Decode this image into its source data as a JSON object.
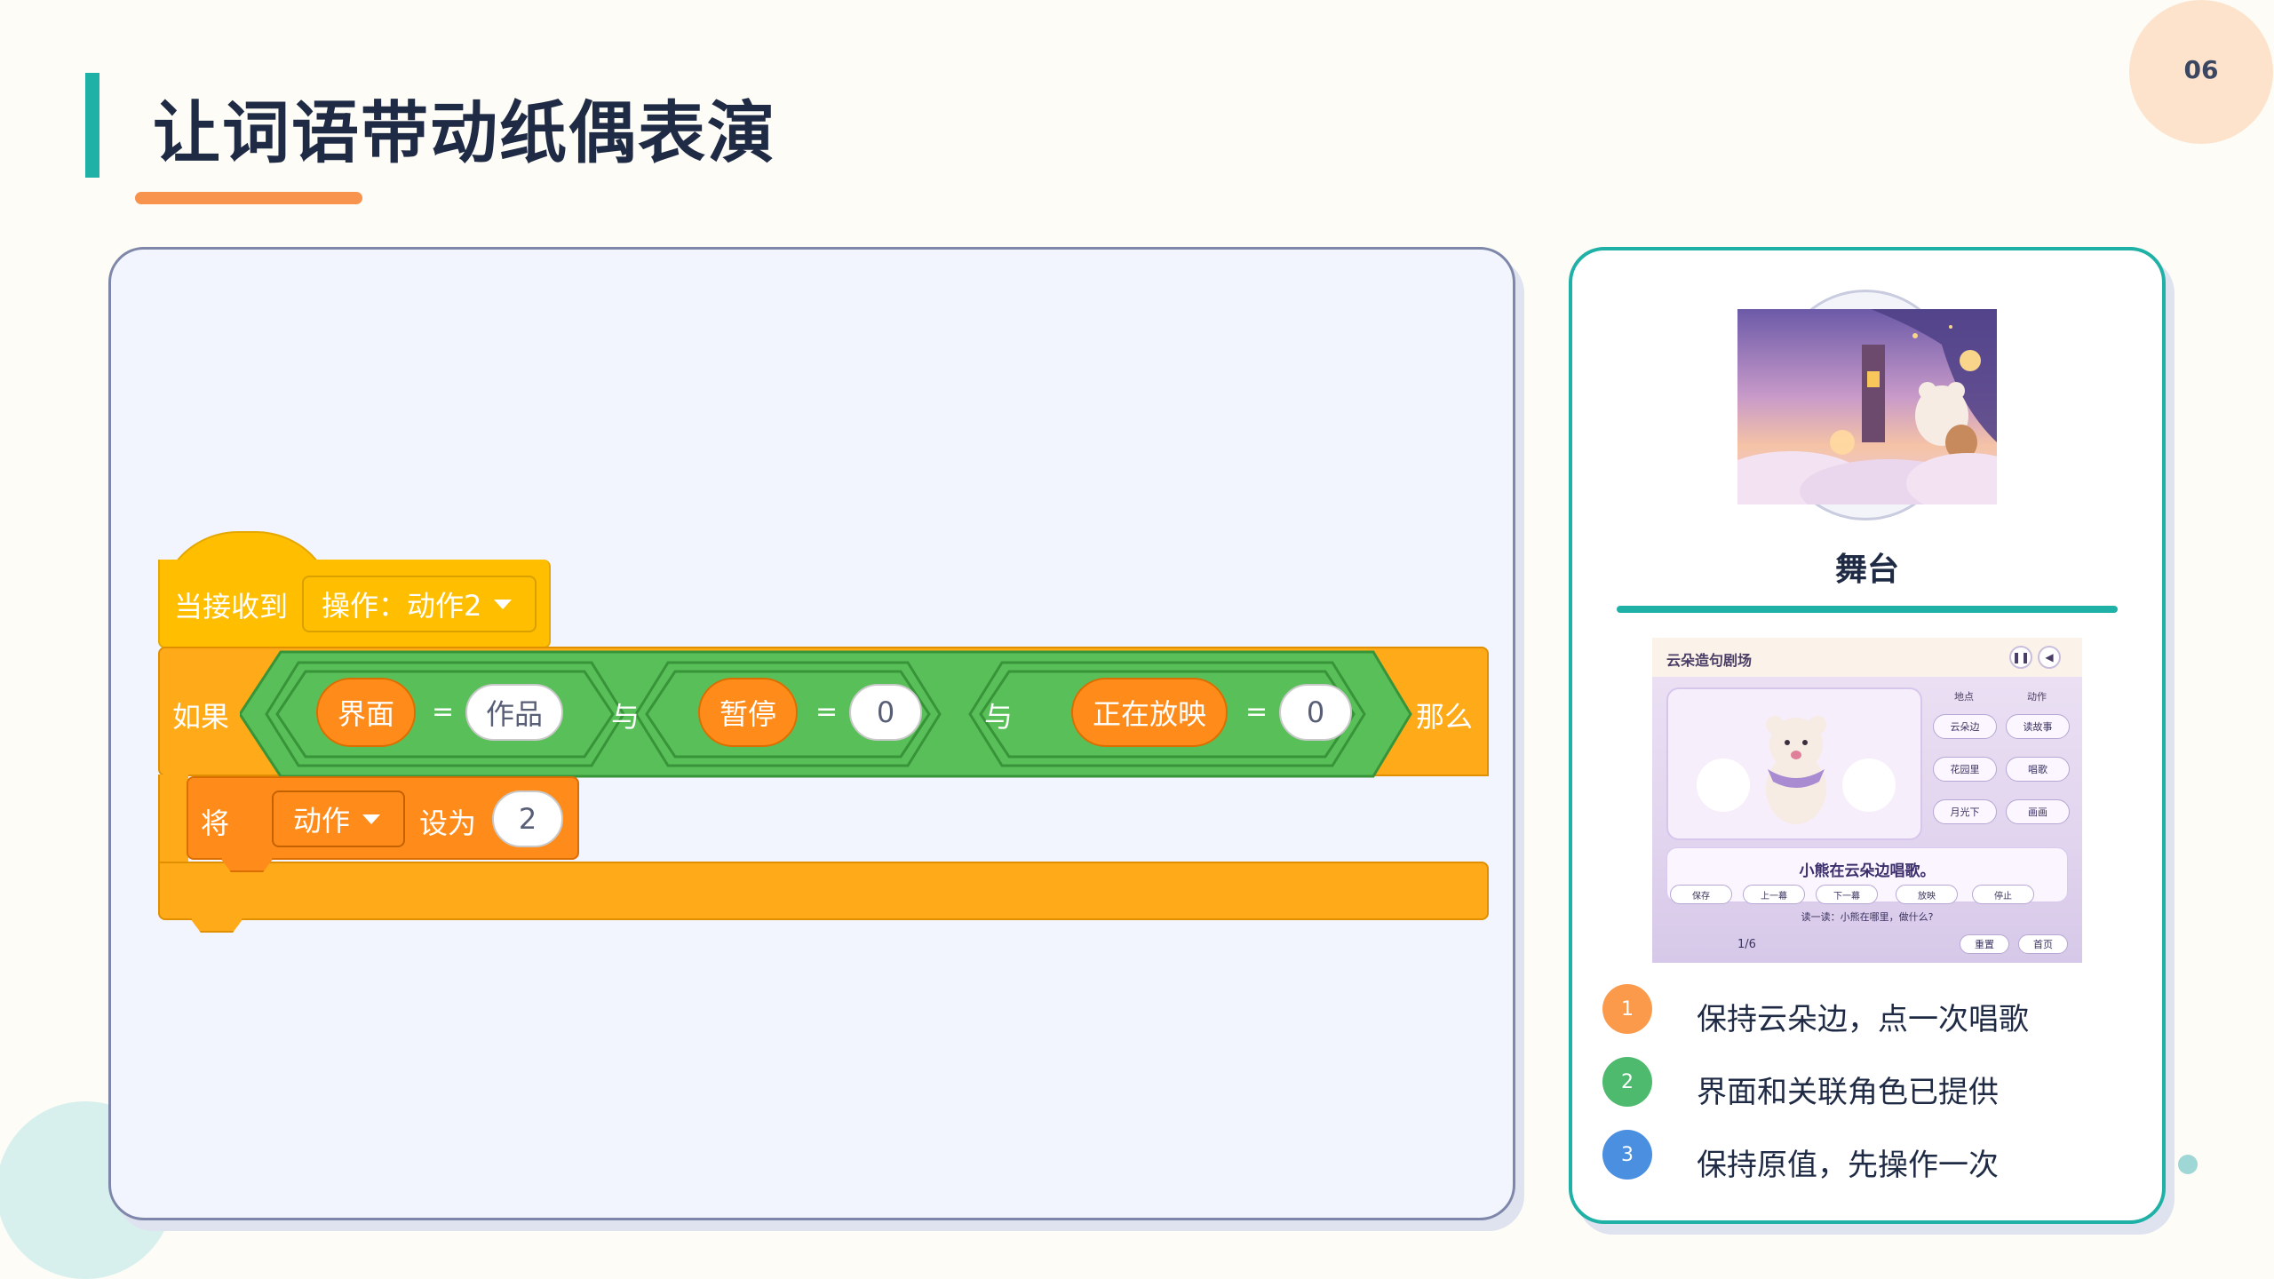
{
  "header": {
    "title": "让词语带动纸偶表演",
    "page_number": "06"
  },
  "colors": {
    "accent_teal": "#1fb0a6",
    "accent_orange": "#f7934c",
    "events_yellow": "#ffbf00",
    "control_orange": "#ffab19",
    "operators_green": "#59c059",
    "variables_orange": "#ff8c1a"
  },
  "code": {
    "hat": {
      "label": "当接收到",
      "message": "操作：动作2"
    },
    "if_block": {
      "if_label": "如果",
      "then_label": "那么",
      "and_label": "与",
      "eq": "=",
      "conditions": [
        {
          "left": "界面",
          "right": "作品"
        },
        {
          "left": "暂停",
          "right": "0"
        },
        {
          "left": "正在放映",
          "right": "0"
        }
      ]
    },
    "set_block": {
      "set_label": "将",
      "variable": "动作",
      "to_label": "设为",
      "value": "2"
    }
  },
  "side": {
    "stage_label": "舞台",
    "preview": {
      "title": "云朵造句剧场",
      "col_place": "地点",
      "col_action": "动作",
      "place_buttons": [
        "云朵边",
        "花园里",
        "月光下"
      ],
      "action_buttons": [
        "读故事",
        "唱歌",
        "画画"
      ],
      "sentence": "小熊在云朵边唱歌。",
      "controls": [
        "保存",
        "上一幕",
        "下一幕",
        "放映",
        "停止"
      ],
      "question": "读一读：小熊在哪里，做什么?",
      "pager": "1/6",
      "reset": "重置",
      "home": "首页"
    },
    "tips": [
      {
        "num": "1",
        "text": "保持云朵边，点一次唱歌",
        "color": "#fb9a4b"
      },
      {
        "num": "2",
        "text": "界面和关联角色已提供",
        "color": "#4dba6e"
      },
      {
        "num": "3",
        "text": "保持原值，先操作一次",
        "color": "#4a8fe0"
      }
    ]
  }
}
